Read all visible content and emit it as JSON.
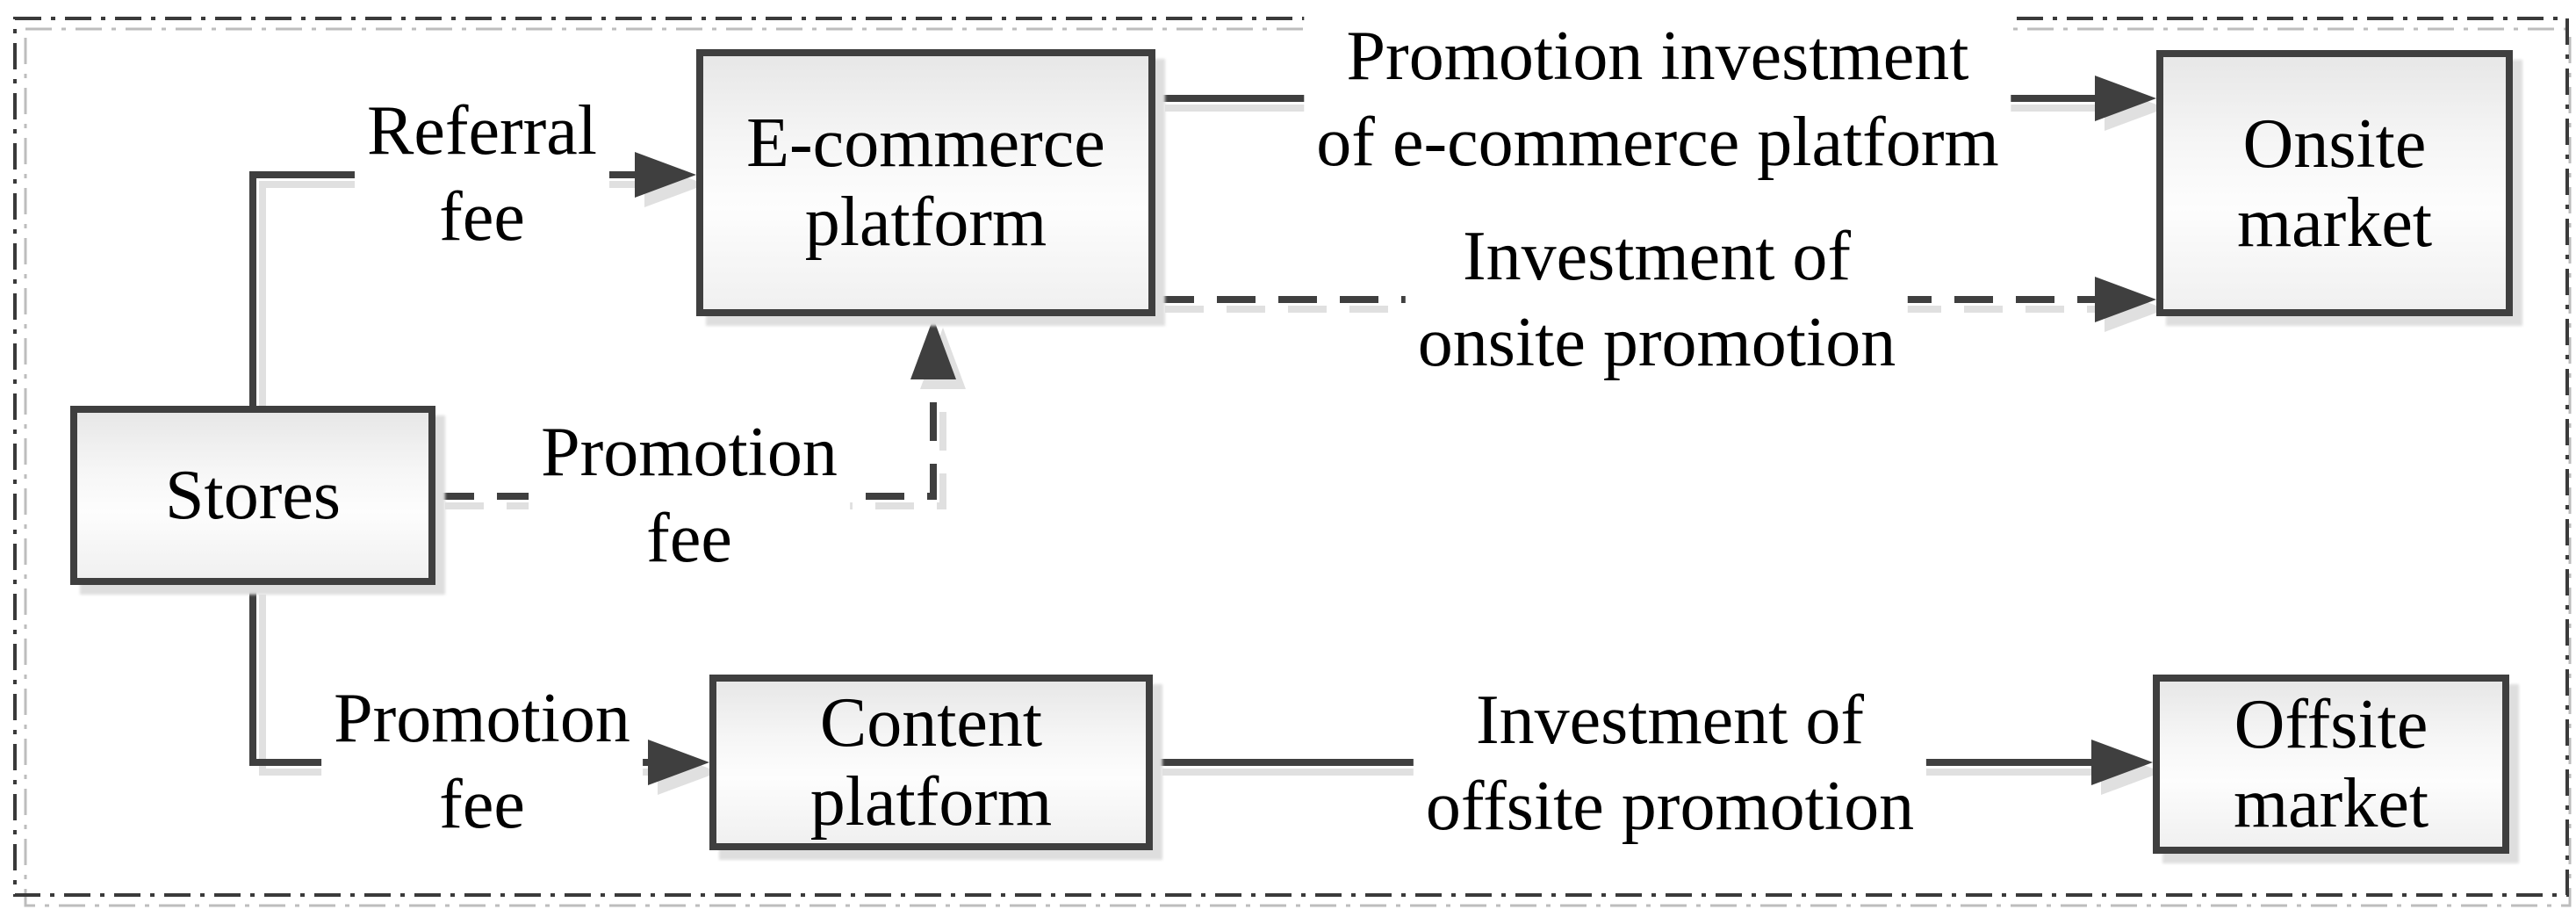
{
  "figure": {
    "type": "flow-diagram",
    "nodes": {
      "stores": {
        "label": "Stores"
      },
      "ecommerce_platform": {
        "label": "E-commerce\nplatform"
      },
      "content_platform": {
        "label": "Content\nplatform"
      },
      "onsite_market": {
        "label": "Onsite\nmarket"
      },
      "offsite_market": {
        "label": "Offsite\nmarket"
      }
    },
    "edges": {
      "referral_fee": {
        "label": "Referral\nfee",
        "from": "stores",
        "to": "ecommerce_platform",
        "style": "solid"
      },
      "promotion_fee_ecommerce": {
        "label": "Promotion\nfee",
        "from": "stores",
        "to": "ecommerce_platform",
        "style": "dashed"
      },
      "promotion_investment": {
        "label": "Promotion investment\nof e-commerce platform",
        "from": "ecommerce_platform",
        "to": "onsite_market",
        "style": "solid"
      },
      "onsite_promotion": {
        "label": "Investment of\nonsite promotion",
        "from": "ecommerce_platform",
        "to": "onsite_market",
        "style": "dashed"
      },
      "promotion_fee_content": {
        "label": "Promotion\nfee",
        "from": "stores",
        "to": "content_platform",
        "style": "solid"
      },
      "offsite_promotion": {
        "label": "Investment of\noffsite promotion",
        "from": "content_platform",
        "to": "offsite_market",
        "style": "solid"
      }
    },
    "colors": {
      "line": "#3f3f3f",
      "line_shadow": "#e0e0e0",
      "box_border": "#3f3f3f",
      "box_fill_top": "#e7e7e7",
      "box_fill_bottom": "#f0f0f0",
      "box_shadow": "#dedede",
      "label_text": "#000000",
      "label_background": "#ffffff",
      "frame_dashdot": "#3a3a3a",
      "frame_dashdot_shadow": "#bdbdbd"
    }
  }
}
